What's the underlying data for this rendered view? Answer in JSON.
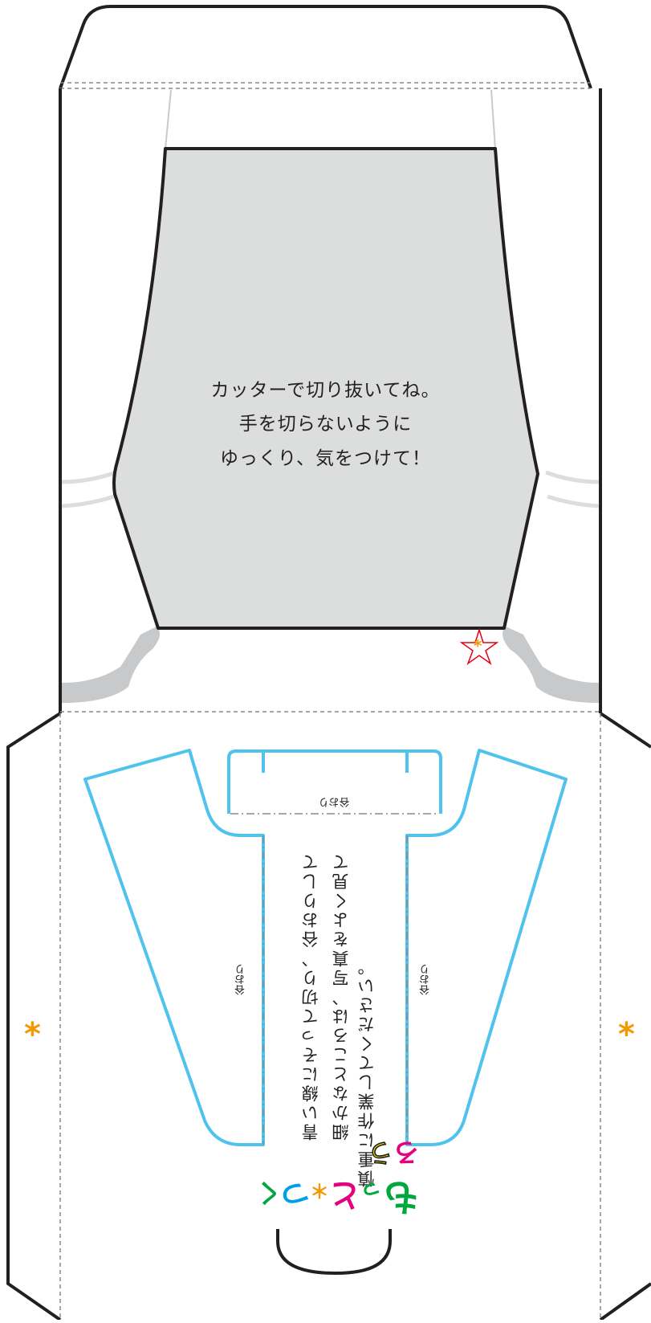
{
  "instructions": {
    "line1": "カッターで切り抜いてね。",
    "line2": "手を切らないように",
    "line3": "ゆっくり、気をつけて！"
  },
  "template_text": {
    "col1": "青い線にそって切り、谷おりして",
    "col2": "細かなところは、写真をよく見て",
    "col3": "慎重に作業してください。",
    "fold_top": "谷おり",
    "fold_left": "谷おり",
    "fold_right": "谷おり"
  },
  "marks": {
    "asterisk": "*",
    "star_asterisk": "*"
  },
  "logo": {
    "text": "もっとつくろう",
    "parts": [
      "も",
      "っ",
      "と",
      "＊",
      "つ",
      "く",
      "ろ",
      "う"
    ]
  },
  "colors": {
    "outline": "#231f20",
    "cut_blue": "#4fc3ed",
    "window_gray": "#dcdddd",
    "shadow_gray": "#c8c9ca",
    "dash_gray": "#8a8a8a",
    "asterisk_orange": "#f39800",
    "star_red": "#e60012",
    "logo_green": "#00a73c",
    "logo_magenta": "#e4007f",
    "logo_blue": "#00a0e9",
    "logo_yellow": "#fff100"
  }
}
